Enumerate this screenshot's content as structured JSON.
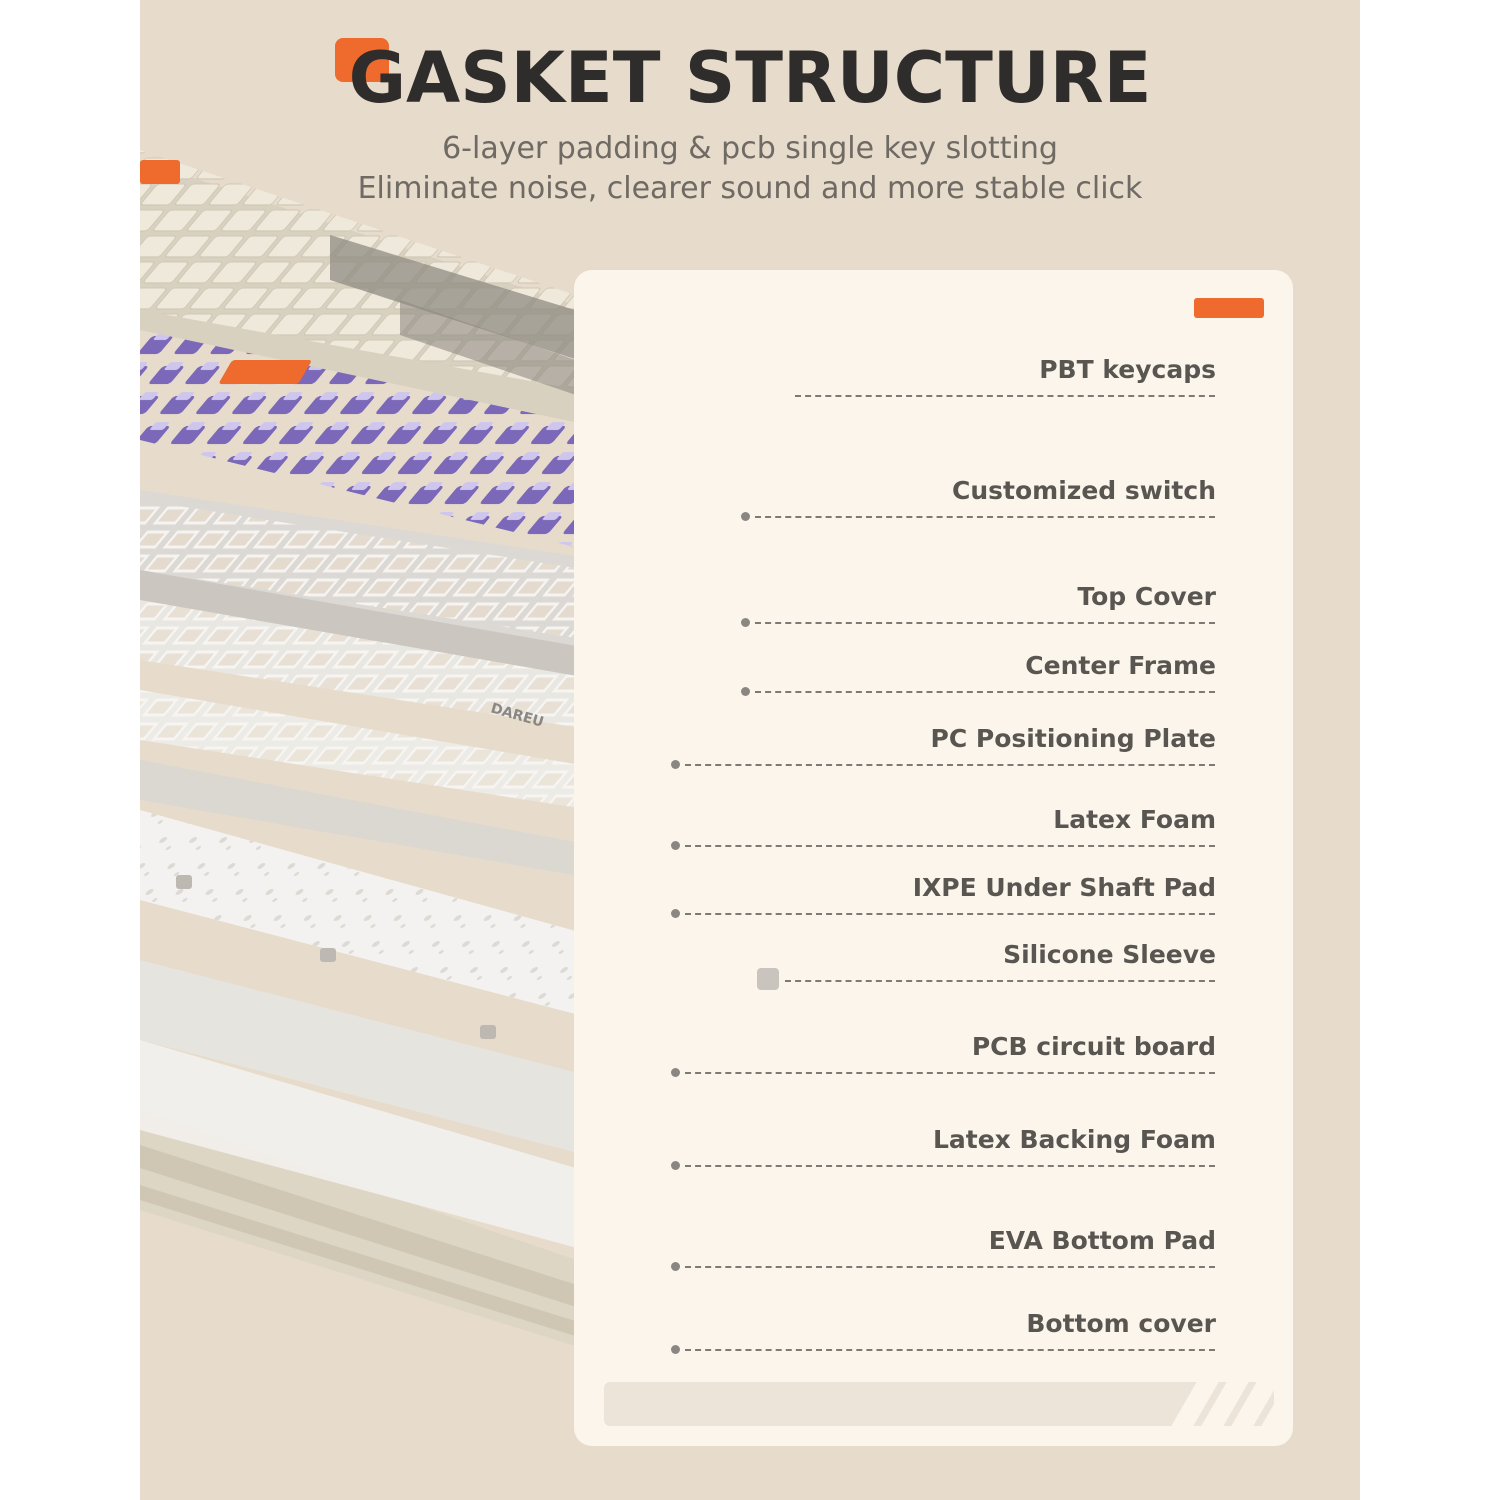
{
  "header": {
    "title": "GASKET STRUCTURE",
    "subtitle_line1": "6-layer padding & pcb single key slotting",
    "subtitle_line2": "Eliminate noise, clearer sound and more stable click"
  },
  "brand": {
    "plate_logo": "DAREU"
  },
  "colors": {
    "accent": "#ee6a2d",
    "background": "#e7dccb",
    "panel": "#fbf5ec",
    "text_dark": "#2f2d2b",
    "text_muted": "#6f6a63",
    "switch_purple": "#7b68b8"
  },
  "layers": [
    {
      "label": "PBT keycaps"
    },
    {
      "label": "Customized switch"
    },
    {
      "label": "Top Cover"
    },
    {
      "label": "Center Frame"
    },
    {
      "label": "PC Positioning Plate"
    },
    {
      "label": "Latex Foam"
    },
    {
      "label": "IXPE Under Shaft Pad"
    },
    {
      "label": "Silicone Sleeve"
    },
    {
      "label": "PCB circuit board"
    },
    {
      "label": "Latex Backing Foam"
    },
    {
      "label": "EVA Bottom Pad"
    },
    {
      "label": "Bottom cover"
    }
  ]
}
